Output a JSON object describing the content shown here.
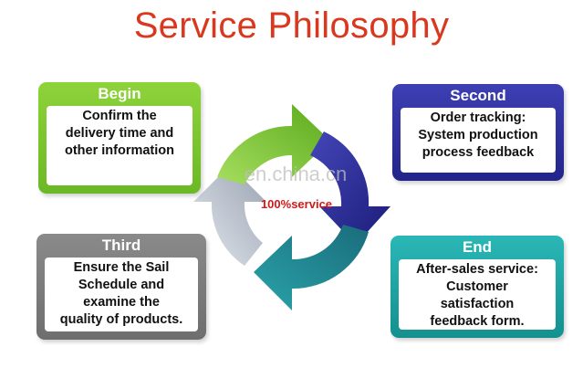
{
  "title": "Service Philosophy",
  "center_label": "100%service",
  "watermark": "en.china.cn",
  "cards": {
    "begin": {
      "header": "Begin",
      "lines": [
        "Confirm the",
        "delivery time and",
        "other information"
      ]
    },
    "second": {
      "header": "Second",
      "lines": [
        "Order tracking:",
        "System production",
        "process feedback"
      ]
    },
    "third": {
      "header": "Third",
      "lines": [
        "Ensure the Sail",
        "Schedule  and",
        "examine the",
        "quality of products."
      ]
    },
    "end": {
      "header": "End",
      "lines": [
        "After-sales service:",
        "Customer",
        "satisfaction",
        "feedback form."
      ]
    }
  },
  "colors": {
    "title": "#d9381e",
    "begin": "#7cc62f",
    "second": "#2e2f9e",
    "third": "#7d7d7d",
    "end": "#1fa6a5",
    "center_label": "#d11a1a"
  },
  "arrows": [
    "green-arrow-icon",
    "navy-arrow-icon",
    "teal-arrow-icon",
    "gray-arrow-icon"
  ]
}
